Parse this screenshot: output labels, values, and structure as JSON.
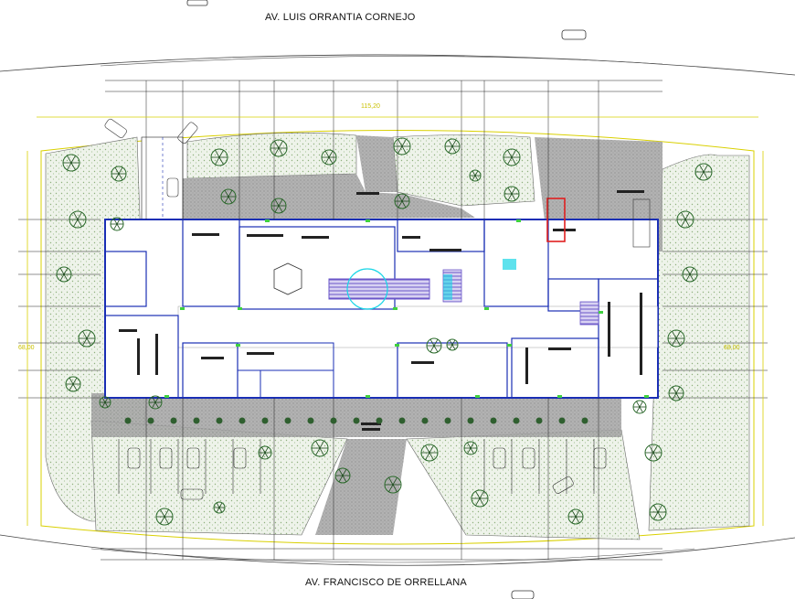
{
  "streets": {
    "north": "AV. LUIS ORRANTIA CORNEJO",
    "south": "AV. FRANCISCO DE ORRELLANA"
  },
  "dimensions": {
    "overall_width": "115,20",
    "left_depth": "68,00",
    "right_depth": "68,00"
  },
  "colors": {
    "lawn_dots": "#9dbf8f",
    "lawn_bg": "#eef3ea",
    "paving": "#9a9a9a",
    "walls": "#1a2fb5",
    "dim_lines": "#d9d000",
    "ramp": "#6a55c8",
    "stair_cyan": "#19d6e6",
    "vehicle_red": "#e02020",
    "tree": "#2a6b2a"
  }
}
